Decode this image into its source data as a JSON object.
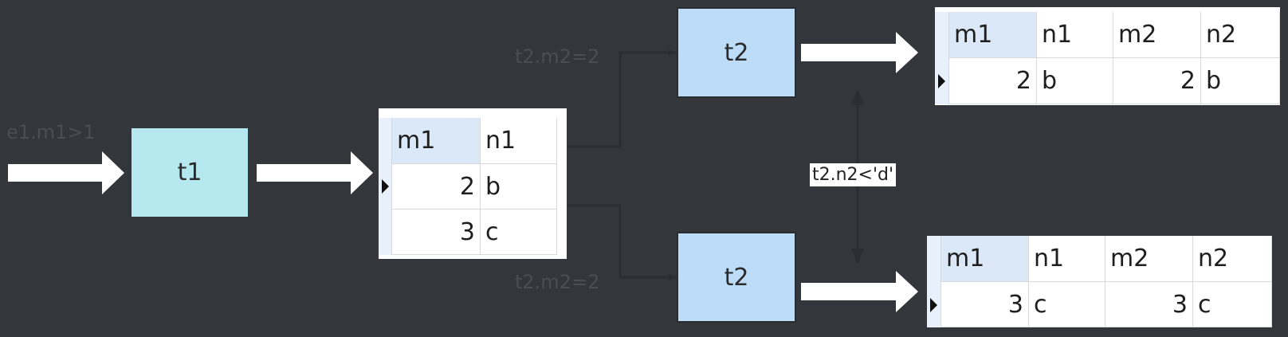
{
  "conditions": {
    "e1_filter": "e1.m1>1",
    "join_top": "t2.m2=2",
    "join_bottom": "t2.m2=2",
    "n2_filter": "t2.n2<'d'"
  },
  "nodes": {
    "t1": "t1",
    "t2_top": "t2",
    "t2_bottom": "t2"
  },
  "tables": {
    "middle": {
      "columns": [
        "m1",
        "n1"
      ],
      "rows": [
        [
          "2",
          "b"
        ],
        [
          "3",
          "c"
        ]
      ]
    },
    "top_result": {
      "columns": [
        "m1",
        "n1",
        "m2",
        "n2"
      ],
      "rows": [
        [
          "2",
          "b",
          "2",
          "b"
        ]
      ]
    },
    "bottom_result": {
      "columns": [
        "m1",
        "n1",
        "m2",
        "n2"
      ],
      "rows": [
        [
          "3",
          "c",
          "3",
          "c"
        ]
      ]
    }
  },
  "colors": {
    "background": "#33373c",
    "t1_fill": "#b5e9ef",
    "t2_fill": "#bcdcf7",
    "arrow": "#ffffff",
    "connector": "#2a2d31"
  }
}
